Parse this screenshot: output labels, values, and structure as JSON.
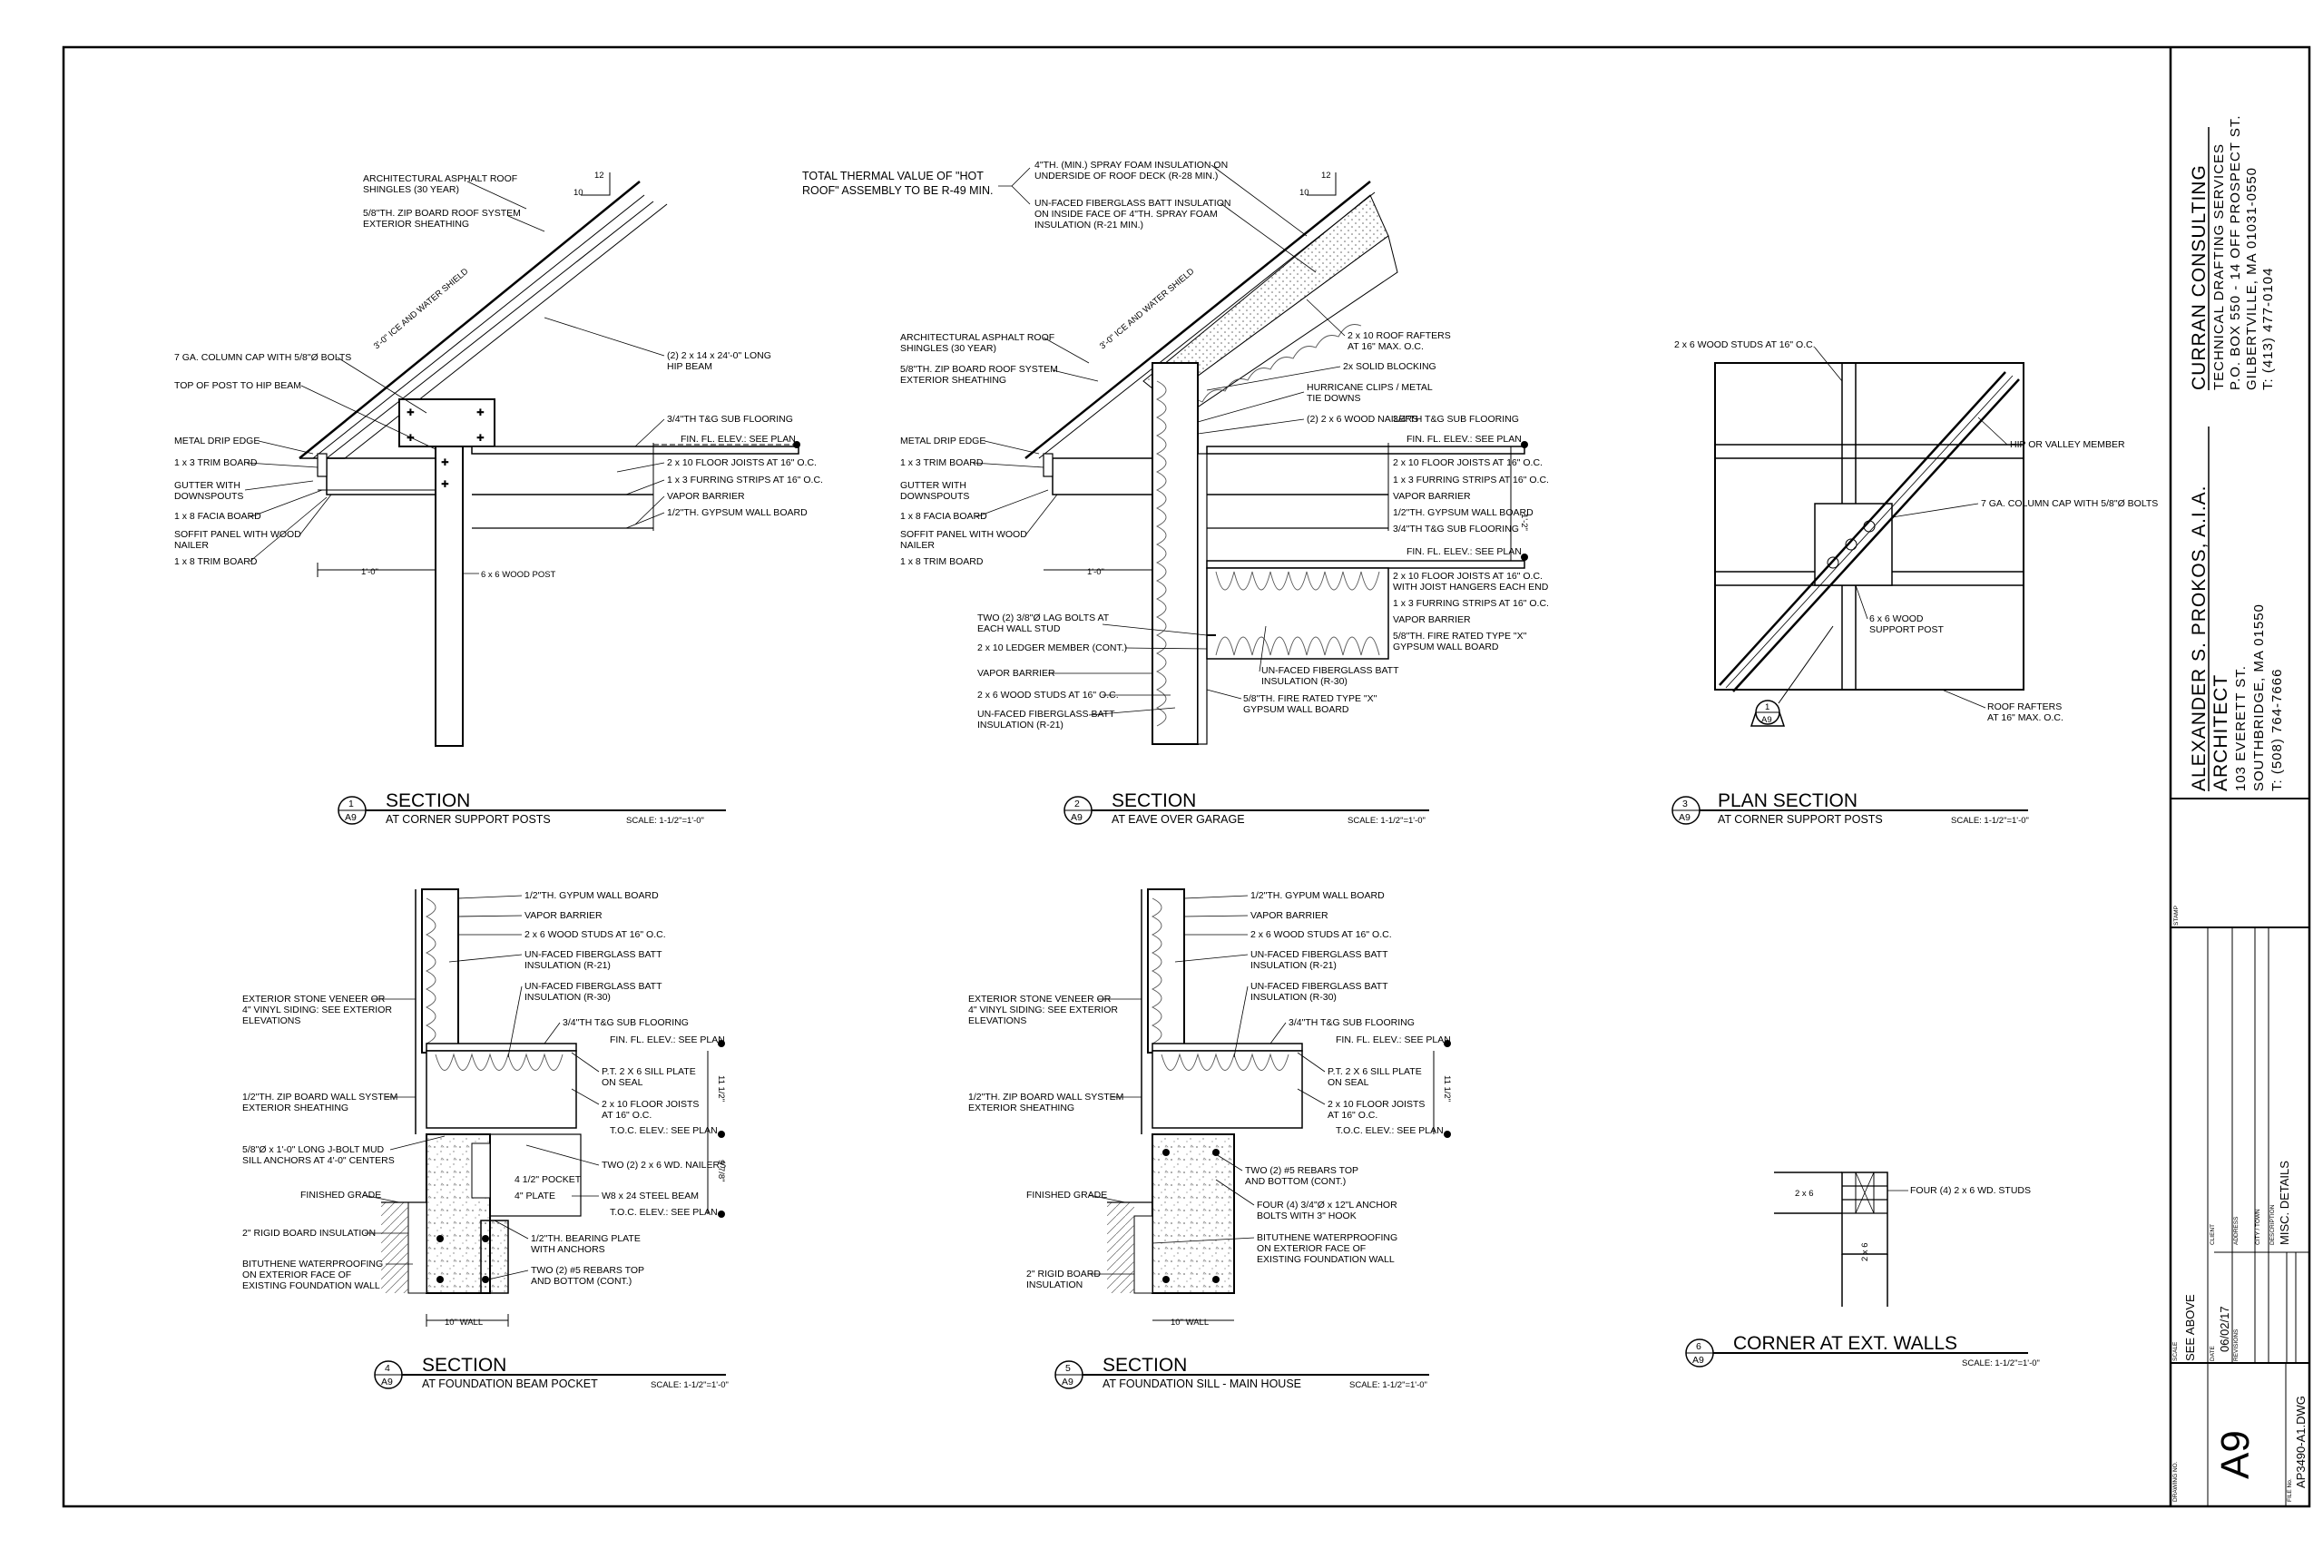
{
  "details": [
    {
      "number": "1",
      "sheet": "A9",
      "title": "SECTION",
      "subtitle": "AT CORNER SUPPORT POSTS",
      "scale": "SCALE: 1-1/2\"=1'-0\"",
      "slope": {
        "rise": "10",
        "run": "12"
      },
      "labels": {
        "ice": "3'-0\" ICE AND WATER SHIELD",
        "l1": "ARCHITECTURAL ASPHALT ROOF",
        "l1b": "SHINGLES (30 YEAR)",
        "l2": "5/8\"TH. ZIP BOARD ROOF SYSTEM",
        "l2b": "EXTERIOR SHEATHING",
        "l3": "7 GA. COLUMN CAP WITH 5/8\"Ø BOLTS",
        "l4": "TOP OF POST TO HIP BEAM",
        "l5": "METAL DRIP EDGE",
        "l6": "1 x 3 TRIM BOARD",
        "l7": "GUTTER WITH",
        "l7b": "DOWNSPOUTS",
        "l8": "1 x 8 FACIA BOARD",
        "l9": "SOFFIT PANEL WITH WOOD",
        "l9b": "NAILER",
        "l10": "1 x 8 TRIM BOARD",
        "r1": "(2) 2 x 14 x 24'-0\" LONG",
        "r1b": "HIP BEAM",
        "r2": "3/4\"TH T&G SUB FLOORING",
        "r3": "FIN. FL. ELEV.: SEE PLAN",
        "r4": "2 x 10 FLOOR JOISTS AT 16\" O.C.",
        "r5": "1 x 3 FURRING STRIPS AT 16\" O.C.",
        "r6": "VAPOR BARRIER",
        "r7": "1/2\"TH. GYPSUM WALL BOARD",
        "dim": "1'-0\"",
        "post": "6 x 6 WOOD POST"
      }
    },
    {
      "number": "2",
      "sheet": "A9",
      "title": "SECTION",
      "subtitle": "AT EAVE OVER GARAGE",
      "scale": "SCALE: 1-1/2\"=1'-0\"",
      "slope": {
        "rise": "10",
        "run": "12"
      },
      "labels": {
        "thermal": "TOTAL THERMAL VALUE OF \"HOT",
        "thermalb": "ROOF\" ASSEMBLY TO BE R-49 MIN.",
        "t1": "4\"TH. (MIN.) SPRAY FOAM INSULATION ON",
        "t1b": "UNDERSIDE OF ROOF DECK (R-28 MIN.)",
        "t2": "UN-FACED FIBERGLASS BATT INSULATION",
        "t2b": "ON INSIDE FACE OF 4\"TH. SPRAY FOAM",
        "t2c": "INSULATION  (R-21 MIN.)",
        "ice": "3'-0\" ICE AND WATER SHIELD",
        "l1": "ARCHITECTURAL ASPHALT ROOF",
        "l1b": "SHINGLES (30 YEAR)",
        "l2": "5/8\"TH. ZIP BOARD ROOF SYSTEM",
        "l2b": "EXTERIOR SHEATHING",
        "l5": "METAL DRIP EDGE",
        "l6": "1 x 3 TRIM BOARD",
        "l7": "GUTTER WITH",
        "l7b": "DOWNSPOUTS",
        "l8": "1 x 8 FACIA BOARD",
        "l9": "SOFFIT PANEL WITH WOOD",
        "l9b": "NAILER",
        "l10": "1 x 8 TRIM BOARD",
        "l11": "TWO (2) 3/8\"Ø LAG BOLTS AT",
        "l11b": "EACH WALL STUD",
        "l12": "2 x 10 LEDGER MEMBER (CONT.)",
        "l13": "VAPOR BARRIER",
        "l14": "2 x 6 WOOD STUDS AT 16\" O.C.",
        "l15": "UN-FACED FIBERGLASS BATT",
        "l15b": "INSULATION (R-21)",
        "r1": "2 x 10 ROOF RAFTERS",
        "r1b": "AT 16\" MAX. O.C.",
        "r2": "2x SOLID BLOCKING",
        "r3": "HURRICANE CLIPS / METAL",
        "r3b": "TIE DOWNS",
        "r4": "(2) 2 x 6 WOOD NAILERS",
        "r5": "3/4\"TH T&G SUB FLOORING",
        "r6": "FIN. FL. ELEV.: SEE PLAN",
        "r7": "2 x 10 FLOOR JOISTS AT 16\" O.C.",
        "r8": "1 x 3 FURRING STRIPS AT 16\" O.C.",
        "r9": "VAPOR BARRIER",
        "r10": "1/2\"TH. GYPSUM WALL BOARD",
        "r11": "3/4\"TH T&G SUB FLOORING",
        "r12": "FIN. FL. ELEV.: SEE PLAN",
        "r13": "2 x 10 FLOOR JOISTS AT 16\" O.C.",
        "r13b": "WITH JOIST HANGERS EACH END",
        "r14": "1 x 3 FURRING STRIPS AT 16\" O.C.",
        "r15": "VAPOR BARRIER",
        "r16": "5/8\"TH. FIRE RATED TYPE \"X\"",
        "r16b": "GYPSUM WALL BOARD",
        "b1": "UN-FACED FIBERGLASS BATT",
        "b1b": "INSULATION (R-30)",
        "b2": "5/8\"TH. FIRE RATED TYPE \"X\"",
        "b2b": "GYPSUM WALL BOARD",
        "dim": "1'-0\"",
        "vdim": "1'-2\""
      }
    },
    {
      "number": "3",
      "sheet": "A9",
      "title": "PLAN SECTION",
      "subtitle": "AT CORNER SUPPORT POSTS",
      "scale": "SCALE: 1-1/2\"=1'-0\"",
      "labels": {
        "studs": "2 x 6 WOOD STUDS AT 16\" O.C.",
        "hip": "HIP OR VALLEY MEMBER",
        "cap": "7 GA. COLUMN CAP WITH 5/8\"Ø BOLTS",
        "post": "6 x 6 WOOD",
        "postb": "SUPPORT POST",
        "rafters": "ROOF RAFTERS",
        "raftersb": "AT 16\" MAX. O.C.",
        "ref_num": "1",
        "ref_sheet": "A9"
      }
    },
    {
      "number": "4",
      "sheet": "A9",
      "title": "SECTION",
      "subtitle": "AT FOUNDATION BEAM POCKET",
      "scale": "SCALE: 1-1/2\"=1'-0\"",
      "labels": {
        "r1": "1/2\"TH. GYPUM WALL BOARD",
        "r2": "VAPOR BARRIER",
        "r3": "2 x 6 WOOD STUDS AT 16\" O.C.",
        "r4": "UN-FACED FIBERGLASS BATT",
        "r4b": "INSULATION (R-21)",
        "r5": "UN-FACED FIBERGLASS BATT",
        "r5b": "INSULATION (R-30)",
        "r6": "3/4\"TH T&G SUB FLOORING",
        "r7": "FIN. FL. ELEV.: SEE PLAN",
        "r8": "P.T. 2 X 6 SILL PLATE",
        "r8b": "ON SEAL",
        "r9": "2 x 10 FLOOR JOISTS",
        "r9b": "AT 16\" O.C.",
        "r10": "T.O.C. ELEV.: SEE PLAN",
        "r11": "TWO (2) 2 x 6 WD. NAILERS",
        "r12": "4 1/2\" POCKET",
        "r13": "4\" PLATE",
        "r14": "W8 x 24 STEEL BEAM",
        "r15": "T.O.C. ELEV.: SEE PLAN",
        "r16": "1/2\"TH. BEARING PLATE",
        "r16b": "WITH ANCHORS",
        "r17": "TWO (2) #5 REBARS TOP",
        "r17b": "AND BOTTOM (CONT.)",
        "l1": "EXTERIOR STONE VENEER OR",
        "l1b": "4\" VINYL SIDING: SEE EXTERIOR",
        "l1c": "ELEVATIONS",
        "l2": "1/2\"TH. ZIP BOARD WALL SYSTEM",
        "l2b": "EXTERIOR SHEATHING",
        "l3": "5/8\"Ø x 1'-0\" LONG J-BOLT MUD",
        "l3b": "SILL ANCHORS AT 4'-0\" CENTERS",
        "l4": "FINISHED GRADE",
        "l5": "2\" RIGID BOARD INSULATION",
        "l6": "BITUTHENE WATERPROOFING",
        "l6b": "ON EXTERIOR FACE OF",
        "l6c": "EXISTING FOUNDATION WALL",
        "wall": "10\" WALL",
        "v1": "11 1/2\"",
        "v2": "9 7/8\""
      }
    },
    {
      "number": "5",
      "sheet": "A9",
      "title": "SECTION",
      "subtitle": "AT FOUNDATION SILL - MAIN HOUSE",
      "scale": "SCALE: 1-1/2\"=1'-0\"",
      "labels": {
        "r1": "1/2\"TH. GYPUM WALL BOARD",
        "r2": "VAPOR BARRIER",
        "r3": "2 x 6 WOOD STUDS AT 16\" O.C.",
        "r4": "UN-FACED FIBERGLASS BATT",
        "r4b": "INSULATION (R-21)",
        "r5": "UN-FACED FIBERGLASS BATT",
        "r5b": "INSULATION (R-30)",
        "r6": "3/4\"TH T&G SUB FLOORING",
        "r7": "FIN. FL. ELEV.: SEE PLAN",
        "r8": "P.T. 2 X 6 SILL PLATE",
        "r8b": "ON SEAL",
        "r9": "2 x 10 FLOOR JOISTS",
        "r9b": "AT 16\" O.C.",
        "r10": "T.O.C. ELEV.: SEE PLAN",
        "r11": "TWO (2) #5 REBARS TOP",
        "r11b": "AND BOTTOM (CONT.)",
        "r12": "FOUR (4) 3/4\"Ø x 12\"L ANCHOR",
        "r12b": "BOLTS WITH 3\" HOOK",
        "r13": "BITUTHENE WATERPROOFING",
        "r13b": "ON EXTERIOR FACE OF",
        "r13c": "EXISTING FOUNDATION WALL",
        "l1": "EXTERIOR STONE VENEER OR",
        "l1b": "4\" VINYL SIDING: SEE EXTERIOR",
        "l1c": "ELEVATIONS",
        "l2": "1/2\"TH. ZIP BOARD WALL SYSTEM",
        "l2b": "EXTERIOR SHEATHING",
        "l4": "FINISHED GRADE",
        "l5": "2\" RIGID BOARD",
        "l5b": "INSULATION",
        "wall": "10\" WALL",
        "v1": "11 1/2\""
      }
    },
    {
      "number": "6",
      "sheet": "A9",
      "title": "CORNER AT EXT. WALLS",
      "subtitle": "",
      "scale": "SCALE: 1-1/2\"=1'-0\"",
      "labels": {
        "h": "2 x 6",
        "v": "2 x 6",
        "studs": "FOUR (4) 2 x 6 WD. STUDS"
      }
    }
  ],
  "title_block": {
    "firm": "CURRAN CONSULTING",
    "firm_lines": [
      "TECHNICAL DRAFTING SERVICES",
      "P.O. BOX 550 - 14 OFF PROSPECT ST.",
      "GILBERTVILLE, MA 01031-0550",
      "T: (413) 477-0104"
    ],
    "architect": "ALEXANDER S. PROKOS, A.I.A.",
    "architect_role": "ARCHITECT",
    "architect_lines": [
      "103 EVERETT ST.",
      "SOUTHBRIDGE, MA 01550",
      "T: (508) 764-7666"
    ],
    "stamp": "STAMP",
    "client_label": "CLIENT",
    "address_label": "ADDRESS",
    "city_label": "CITY / TOWN",
    "description_label": "DESCRIPTION",
    "description": "MISC. DETAILS",
    "scale_label": "SCALE",
    "scale_value": "SEE ABOVE",
    "date_label": "DATE",
    "date_value": "06/02/17",
    "revisions_label": "REVISIONS",
    "drawing_label": "DRAWING NO.",
    "drawing_value": "A9",
    "file_label": "FILE No.",
    "file_value": "AP3490-A1.DWG"
  },
  "colors": {
    "line": "#000000",
    "paper": "#ffffff",
    "insulation": "#555555",
    "concrete": "#777777"
  }
}
